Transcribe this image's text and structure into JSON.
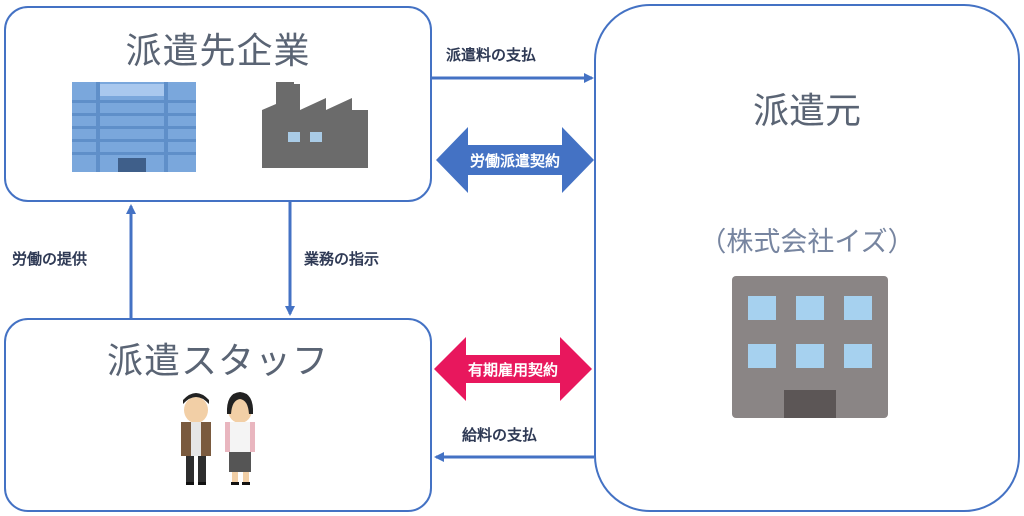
{
  "nodes": {
    "client": {
      "title": "派遣先企業"
    },
    "staff": {
      "title": "派遣スタッフ"
    },
    "agency": {
      "title": "派遣元",
      "subtitle": "（株式会社イズ）"
    }
  },
  "edges": {
    "dispatch_fee": {
      "label": "派遣料の支払"
    },
    "dispatch_contract": {
      "label": "労働派遣契約",
      "color": "#4472c4"
    },
    "labor_provision": {
      "label": "労働の提供"
    },
    "work_instruction": {
      "label": "業務の指示"
    },
    "employment_contract": {
      "label": "有期雇用契約",
      "color": "#e8175d"
    },
    "salary": {
      "label": "給料の支払"
    }
  },
  "colors": {
    "border": "#4472c4",
    "arrow": "#4472c4",
    "building_blue": "#7aa7dc",
    "factory_gray": "#6b6b6b",
    "office_gray": "#8a8585"
  }
}
